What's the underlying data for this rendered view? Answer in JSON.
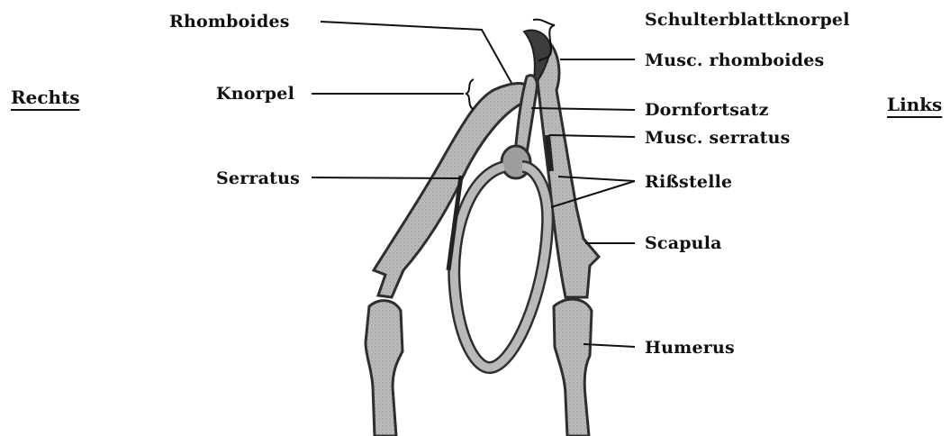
{
  "sides": {
    "right": "Rechts",
    "left": "Links"
  },
  "labels": {
    "rhomboides": "Rhomboides",
    "knorpel": "Knorpel",
    "serratus": "Serratus",
    "schulterblattknorpel": "Schulterblattknorpel",
    "musc_rhomboides": "Musc. rhomboides",
    "dornfortsatz": "Dornfortsatz",
    "musc_serratus": "Musc. serratus",
    "rissstelle": "Rißstelle",
    "scapula": "Scapula",
    "humerus": "Humerus"
  },
  "colors": {
    "bone_fill": "#b9b9b9",
    "bone_dark": "#3a3a3a",
    "ink": "#111111"
  }
}
